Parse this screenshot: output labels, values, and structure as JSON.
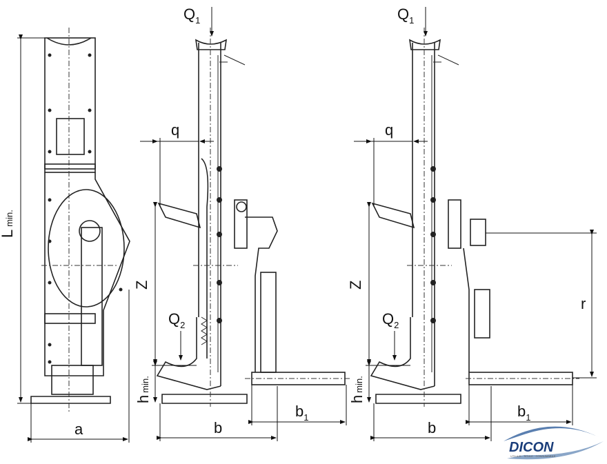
{
  "labels": {
    "Q": "Q",
    "sub1": "1",
    "sub2": "2",
    "q": "q",
    "Z": "Z",
    "h": "h",
    "min": "min.",
    "L": "L",
    "a": "a",
    "b": "b",
    "r": "r"
  },
  "logo": {
    "name": "DICON",
    "tagline": "UTILAJE · SCULE · CONSUMABILE",
    "color": "#1a3d7a"
  }
}
